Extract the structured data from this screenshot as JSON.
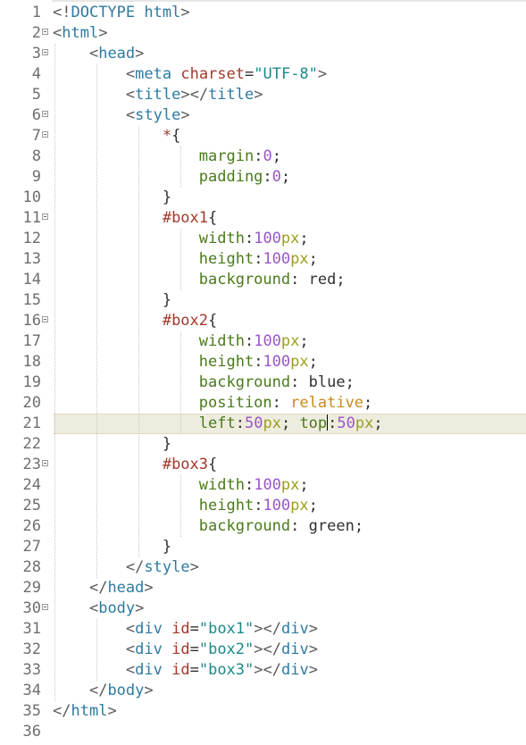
{
  "editor": {
    "language": "html",
    "current_line": 21,
    "colors": {
      "tag": "#2e7aa0",
      "attribute": "#a0392b",
      "string": "#1b8a8a",
      "selector": "#a0392b",
      "property": "#4a7a1a",
      "number": "#9b55c9",
      "unit": "#9aa020",
      "keyword": "#c98a1c",
      "current_line_bg": "#eeecde"
    },
    "lines": [
      {
        "n": "1",
        "fold": false,
        "text": "<!DOCTYPE html>"
      },
      {
        "n": "2",
        "fold": true,
        "text": "<html>"
      },
      {
        "n": "3",
        "fold": true,
        "text": "    <head>"
      },
      {
        "n": "4",
        "fold": false,
        "text": "        <meta charset=\"UTF-8\">"
      },
      {
        "n": "5",
        "fold": false,
        "text": "        <title></title>"
      },
      {
        "n": "6",
        "fold": true,
        "text": "        <style>"
      },
      {
        "n": "7",
        "fold": true,
        "text": "            *{"
      },
      {
        "n": "8",
        "fold": false,
        "text": "                margin:0;"
      },
      {
        "n": "9",
        "fold": false,
        "text": "                padding:0;"
      },
      {
        "n": "10",
        "fold": false,
        "text": "            }"
      },
      {
        "n": "11",
        "fold": true,
        "text": "            #box1{"
      },
      {
        "n": "12",
        "fold": false,
        "text": "                width:100px;"
      },
      {
        "n": "13",
        "fold": false,
        "text": "                height:100px;"
      },
      {
        "n": "14",
        "fold": false,
        "text": "                background: red;"
      },
      {
        "n": "15",
        "fold": false,
        "text": "            }"
      },
      {
        "n": "16",
        "fold": true,
        "text": "            #box2{"
      },
      {
        "n": "17",
        "fold": false,
        "text": "                width:100px;"
      },
      {
        "n": "18",
        "fold": false,
        "text": "                height:100px;"
      },
      {
        "n": "19",
        "fold": false,
        "text": "                background: blue;"
      },
      {
        "n": "20",
        "fold": false,
        "text": "                position: relative;"
      },
      {
        "n": "21",
        "fold": false,
        "text": "                left:50px; top:50px;"
      },
      {
        "n": "22",
        "fold": false,
        "text": "            }"
      },
      {
        "n": "23",
        "fold": true,
        "text": "            #box3{"
      },
      {
        "n": "24",
        "fold": false,
        "text": "                width:100px;"
      },
      {
        "n": "25",
        "fold": false,
        "text": "                height:100px;"
      },
      {
        "n": "26",
        "fold": false,
        "text": "                background: green;"
      },
      {
        "n": "27",
        "fold": false,
        "text": "            }"
      },
      {
        "n": "28",
        "fold": false,
        "text": "        </style>"
      },
      {
        "n": "29",
        "fold": false,
        "text": "    </head>"
      },
      {
        "n": "30",
        "fold": true,
        "text": "    <body>"
      },
      {
        "n": "31",
        "fold": false,
        "text": "        <div id=\"box1\"></div>"
      },
      {
        "n": "32",
        "fold": false,
        "text": "        <div id=\"box2\"></div>"
      },
      {
        "n": "33",
        "fold": false,
        "text": "        <div id=\"box3\"></div>"
      },
      {
        "n": "34",
        "fold": false,
        "text": "    </body>"
      },
      {
        "n": "35",
        "fold": false,
        "text": "</html>"
      },
      {
        "n": "36",
        "fold": false,
        "text": ""
      }
    ]
  }
}
